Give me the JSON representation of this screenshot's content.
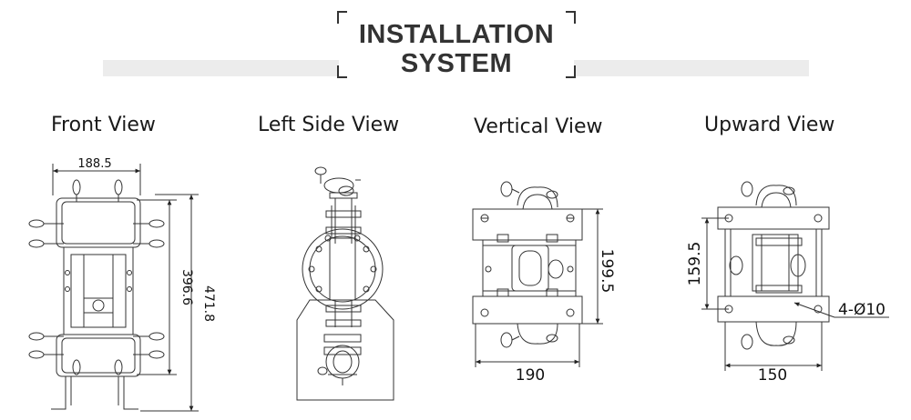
{
  "header": {
    "line1": "INSTALLATION",
    "line2": "SYSTEM"
  },
  "views": [
    {
      "title": "Front View",
      "dims": {
        "width": "188.5",
        "inner_height": "396.6",
        "outer_height": "471.8"
      }
    },
    {
      "title": "Left Side View"
    },
    {
      "title": "Vertical View",
      "dims": {
        "width": "190",
        "height": "199.5"
      }
    },
    {
      "title": "Upward View",
      "dims": {
        "width": "150",
        "height": "159.5",
        "holes": "4-Ø10"
      }
    }
  ]
}
